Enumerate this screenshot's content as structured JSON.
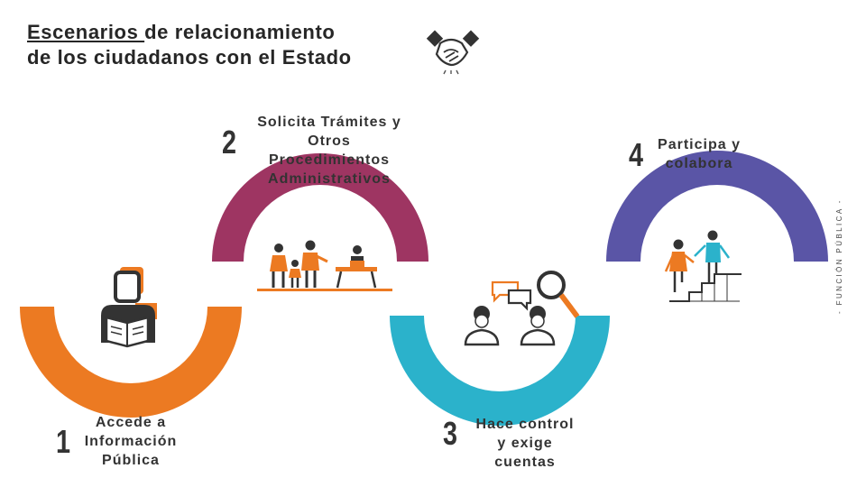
{
  "title": {
    "underlined": "Escenarios ",
    "line1_rest": "de relacionamiento",
    "line2": "de los ciudadanos con el Estado"
  },
  "side_label": "- FUNCIÓN PÚBLICA -",
  "steps": [
    {
      "number": "1",
      "label_lines": [
        "Accede a",
        "Información",
        "Pública"
      ],
      "color": "#EC7A22"
    },
    {
      "number": "2",
      "label_lines": [
        "Solicita Trámites y",
        "Otros",
        "Procedimientos",
        "Administrativos"
      ],
      "color": "#9E3562"
    },
    {
      "number": "3",
      "label_lines": [
        "Hace control",
        "y exige",
        "cuentas"
      ],
      "color": "#2BB2CB"
    },
    {
      "number": "4",
      "label_lines": [
        "Participa y",
        "colabora"
      ],
      "color": "#5A55A6"
    }
  ],
  "icons": {
    "title": "handshake-icon",
    "step1": "person-reading-icon",
    "step2": "people-at-counter-icon",
    "step3": "people-chat-search-icon",
    "step4": "people-climbing-stairs-icon"
  }
}
